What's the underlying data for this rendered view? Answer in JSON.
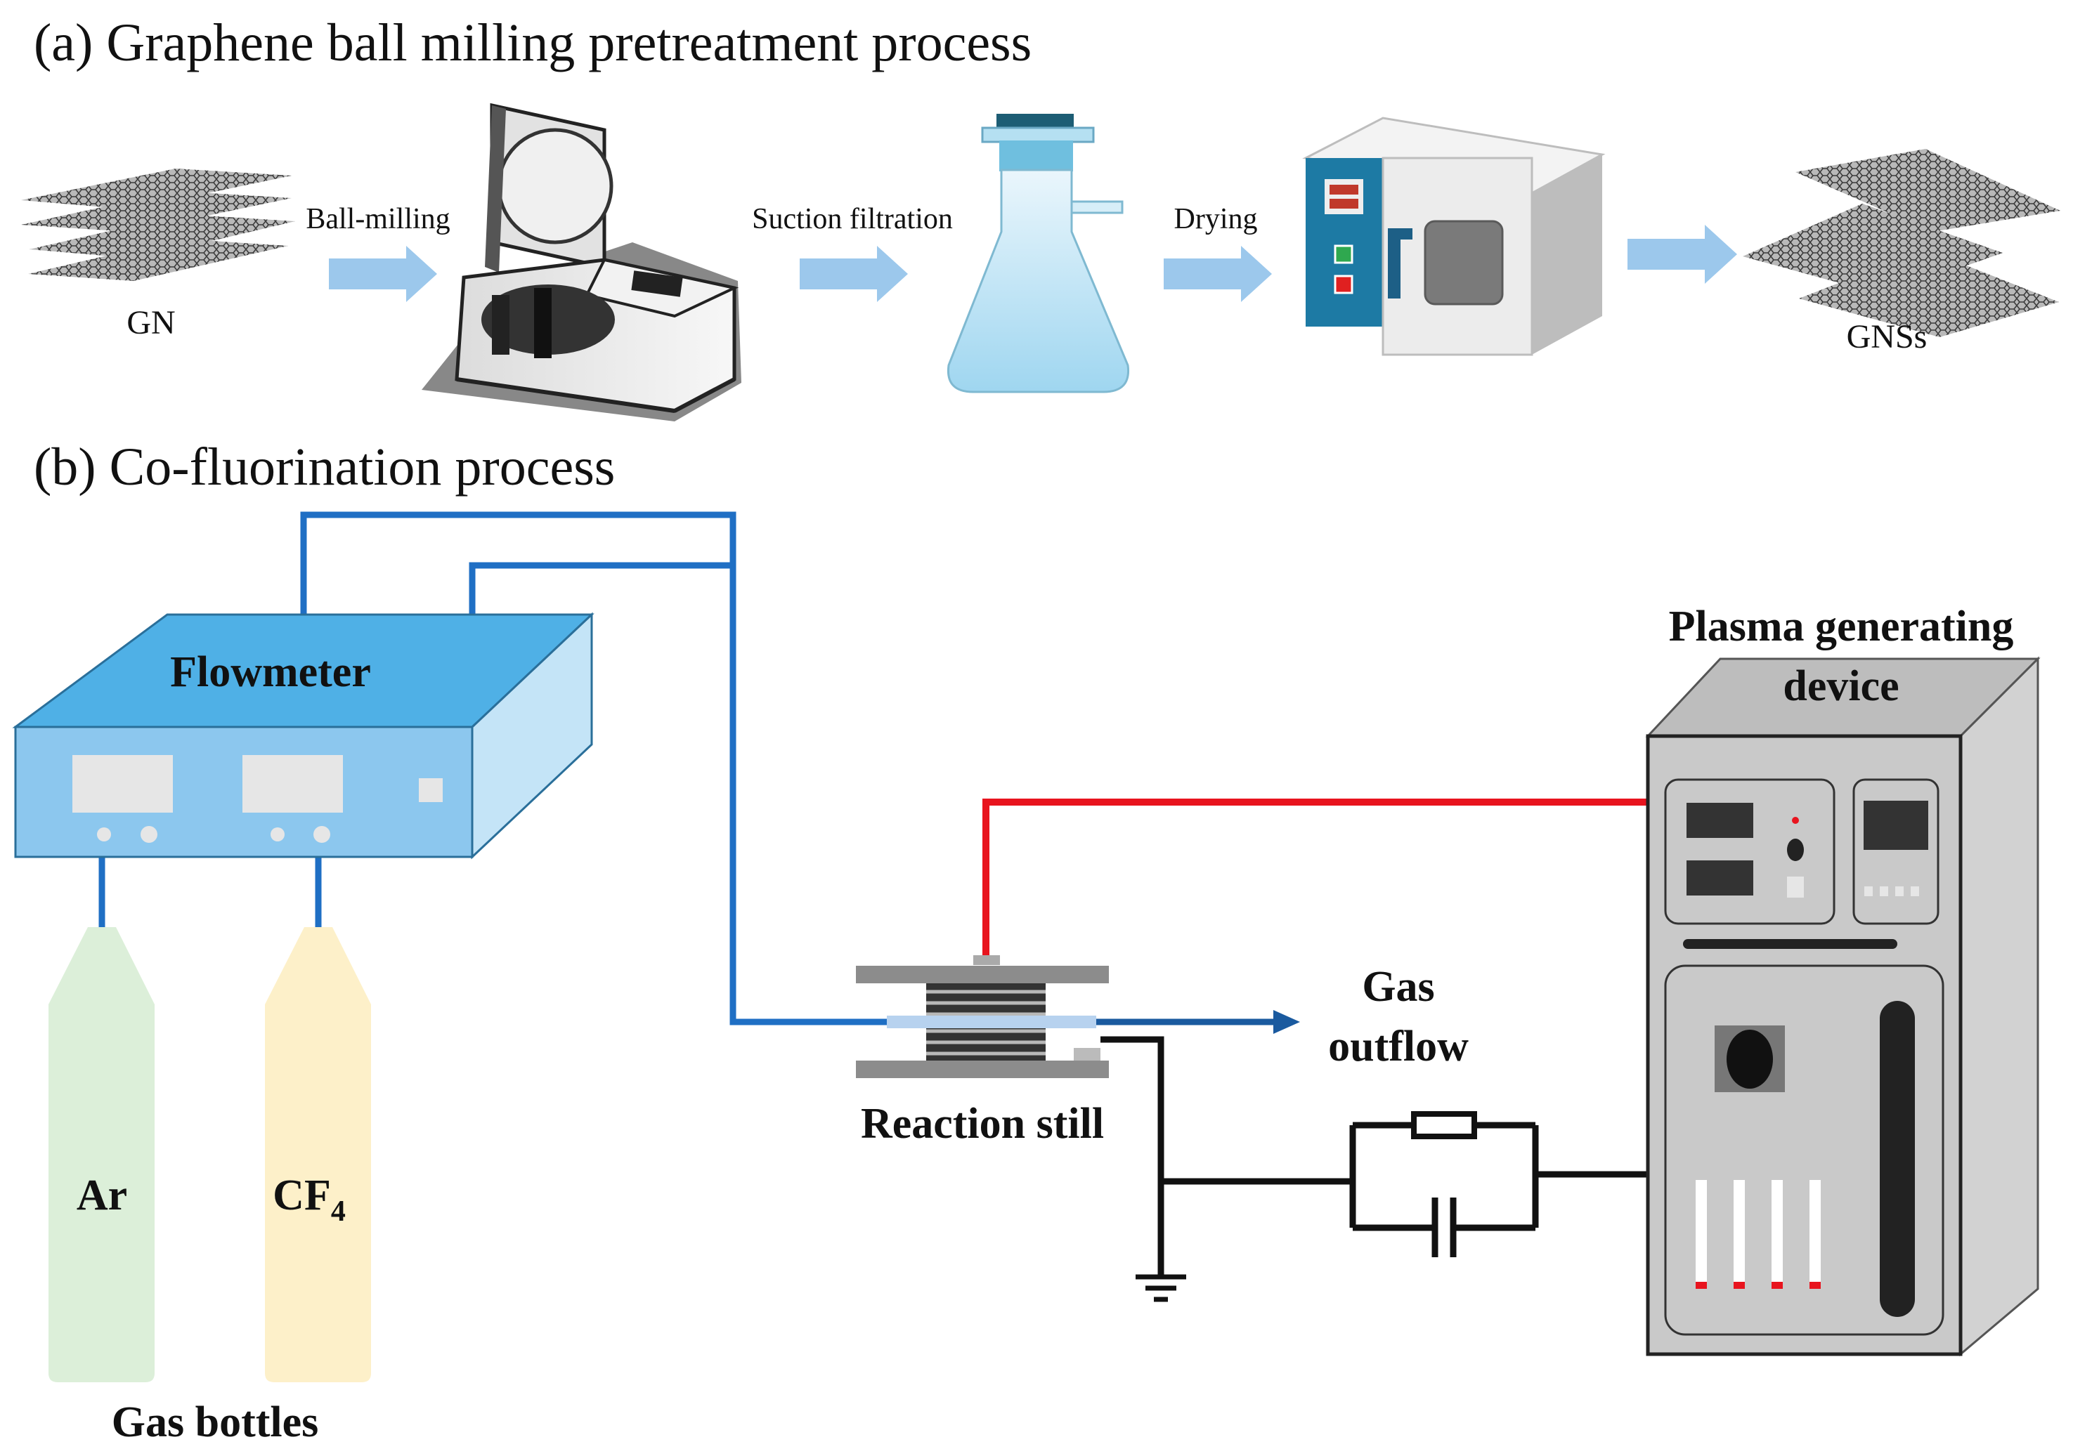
{
  "panel_a": {
    "title": "(a) Graphene ball milling pretreatment process",
    "steps": [
      "Ball-milling",
      "Suction filtration",
      "Drying"
    ],
    "input_label": "GN",
    "output_label": "GNSs"
  },
  "panel_b": {
    "title": "(b) Co-fluorination process",
    "flowmeter": "Flowmeter",
    "plasma_line1": "Plasma generating",
    "plasma_line2": "device",
    "gas_line1": "Gas",
    "gas_line2": "outflow",
    "reaction": "Reaction still",
    "bottle_ar": "Ar",
    "bottle_cf": "CF",
    "bottle_cf_sub": "4",
    "bottles": "Gas bottles"
  },
  "colors": {
    "arrow": "#9cc8ec",
    "pipe_blue": "#1f6fc4",
    "wire_red": "#e8141e",
    "flowmeter_top": "#4fb0e6",
    "flowmeter_front": "#8cc7ee",
    "flowmeter_side": "#c4e4f7",
    "ar_bottle": "#dcefd9",
    "cf_bottle": "#fdf0c9",
    "plasma_body": "#c9c9c9",
    "oven_panel": "#1d7aa4"
  }
}
